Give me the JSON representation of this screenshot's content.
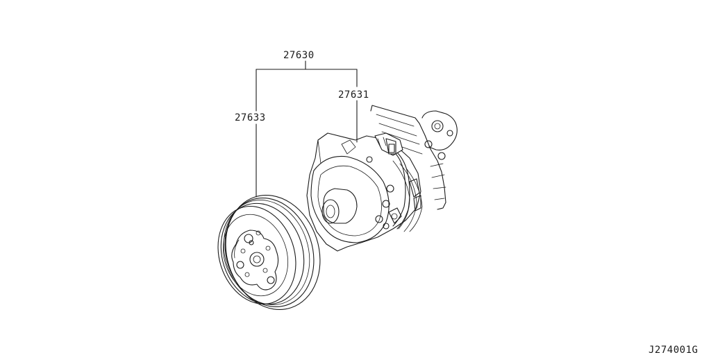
{
  "parts": {
    "assembly": "27630",
    "compressor": "27631",
    "clutch": "27633"
  },
  "figure_code": "J274001G"
}
